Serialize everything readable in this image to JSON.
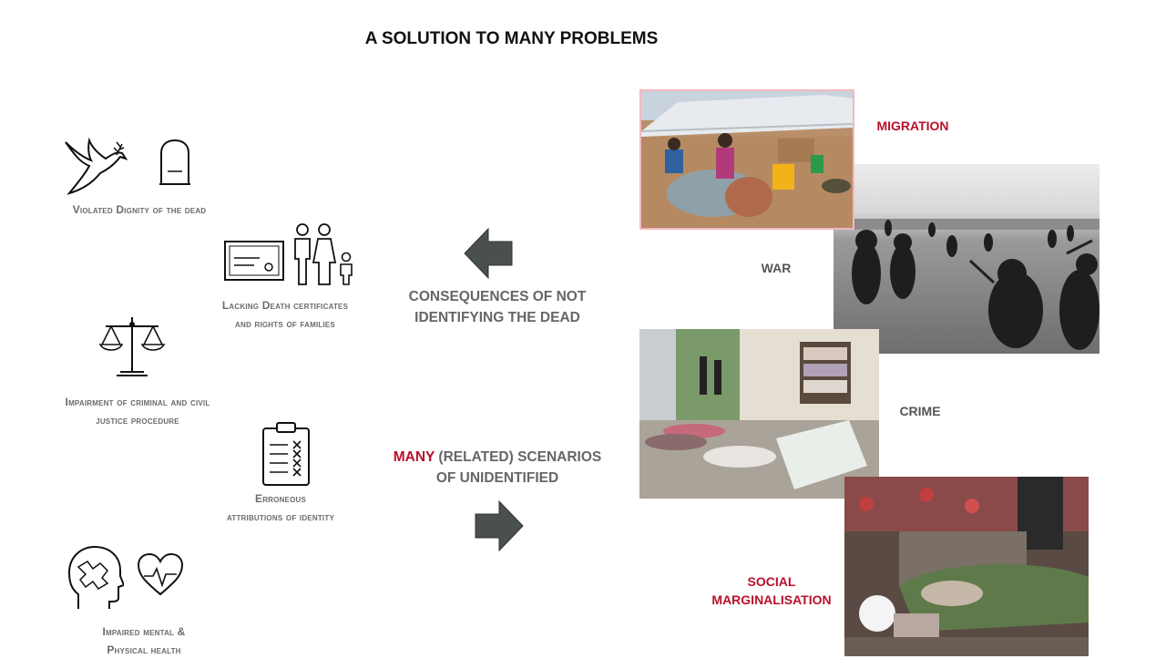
{
  "title": "A SOLUTION TO MANY PROBLEMS",
  "consequences": {
    "dignity": "Violated Dignity of the dead",
    "certificates": "Lacking Death certificates and rights of families",
    "justice": "Impairment of criminal and civil justice procedure",
    "attributions": "Erroneous attributions of identity",
    "health": "Impaired mental & Physical health"
  },
  "middle": {
    "consequences_line1": "CONSEQUENCES OF NOT",
    "consequences_line2": "IDENTIFYING THE DEAD",
    "scenarios_accent": "MANY",
    "scenarios_rest": " (RELATED) SCENARIOS",
    "scenarios_line2": "OF UNIDENTIFIED"
  },
  "scenarios": {
    "migration": "MIGRATION",
    "war": "WAR",
    "crime": "CRIME",
    "social_line1": "SOCIAL",
    "social_line2": "MARGINALISATION"
  },
  "colors": {
    "accent": "#b8112b",
    "arrow": "#4a4f4f",
    "text": "#666666"
  },
  "icons": [
    "dove-icon",
    "gravestone-icon",
    "certificate-icon",
    "family-icon",
    "scales-icon",
    "checklist-icon",
    "brain-puzzle-icon",
    "heart-pulse-icon",
    "arrow-left-icon",
    "arrow-right-icon"
  ]
}
